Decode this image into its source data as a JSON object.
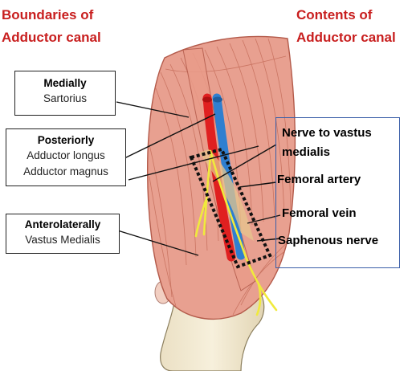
{
  "left_heading": {
    "line1": "Boundaries of",
    "line2": "Adductor canal"
  },
  "right_heading": {
    "line1": "Contents of",
    "line2": "Adductor canal"
  },
  "boundaries": {
    "medially": {
      "title": "Medially",
      "items": [
        "Sartorius"
      ]
    },
    "posteriorly": {
      "title": "Posteriorly",
      "items": [
        "Adductor longus",
        "Adductor magnus"
      ]
    },
    "anterolaterally": {
      "title": "Anterolaterally",
      "items": [
        "Vastus Medialis"
      ]
    }
  },
  "contents": {
    "nerve_to_vastus_medialis": {
      "line1": "Nerve to vastus",
      "line2": "medialis"
    },
    "femoral_artery": "Femoral artery",
    "femoral_vein": "Femoral vein",
    "saphenous_nerve": "Saphenous nerve"
  },
  "colors": {
    "heading_red": "#c81e1e",
    "muscle": "#e8a090",
    "muscle_stroke": "#b35a4a",
    "artery": "#e02020",
    "vein": "#2f7fd0",
    "nerve": "#f0ea3c",
    "bone": "#f1e8cf",
    "contents_box_border": "#3b5fa8"
  }
}
